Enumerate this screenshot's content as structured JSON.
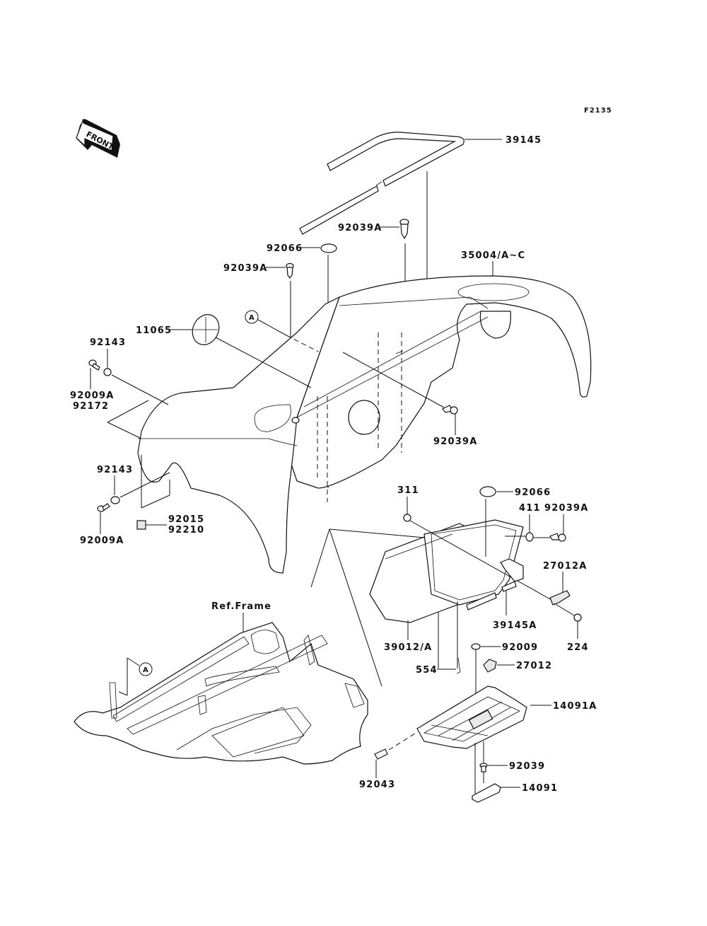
{
  "diagram": {
    "figure_id": "F2135",
    "front_arrow_label": "FRONT",
    "ref_frame_label": "Ref.Frame",
    "reference_marker": "A",
    "labels": {
      "p39145": "39145",
      "p92039A_top": "92039A",
      "p92066_top": "92066",
      "p92039A_left": "92039A",
      "p35004": "35004/A~C",
      "p11065": "11065",
      "p92143_top": "92143",
      "p92009A_top": "92009A",
      "p92172": "92172",
      "p92039A_mid": "92039A",
      "p92143_bottom": "92143",
      "p92009A_bottom": "92009A",
      "p92015": "92015",
      "p92210": "92210",
      "p311": "311",
      "p92066_right": "92066",
      "p411": "411",
      "p92039A_right": "92039A",
      "p27012A": "27012A",
      "p39145A": "39145A",
      "p224": "224",
      "p39012": "39012/A",
      "p92009": "92009",
      "p554": "554",
      "p27012": "27012",
      "p14091A": "14091A",
      "p92039": "92039",
      "p92043": "92043",
      "p14091": "14091"
    }
  }
}
